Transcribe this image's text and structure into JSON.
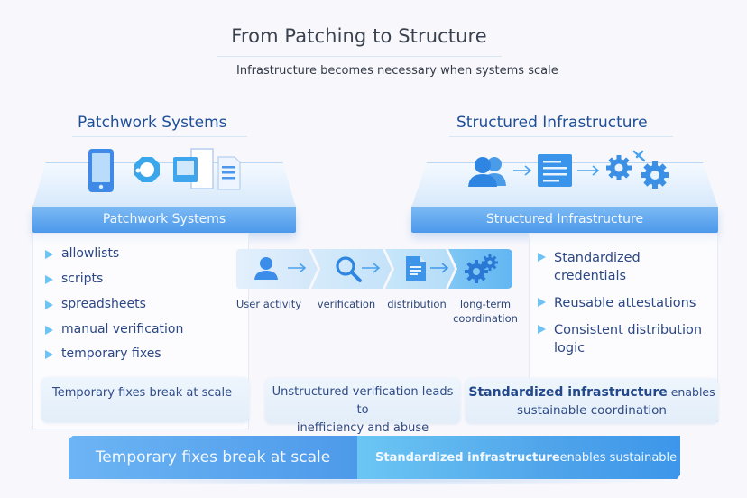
{
  "header": {
    "title": "From Patching to Structure",
    "subtitle": "Infrastructure becomes necessary when systems scale"
  },
  "left": {
    "heading": "Patchwork Systems",
    "platform_label": "Patchwork Systems",
    "platform_icons": [
      "mobile-phone-icon",
      "ring-connector-icon",
      "windows-icon",
      "document-icon"
    ],
    "bullets": [
      "allowlists",
      "scripts",
      "spreadsheets",
      "manual verification",
      "temporary fixes"
    ],
    "callout": "Temporary fixes break at scale"
  },
  "right": {
    "heading": "Structured Infrastructure",
    "platform_label": "Structured Infrastructure",
    "platform_icons": [
      "users-icon",
      "arrow-right-icon",
      "document-icon",
      "arrow-right-icon",
      "gears-icon"
    ],
    "bullets": [
      "Standardized credentials",
      "Reusable attestations",
      "Consistent distribution logic"
    ],
    "callout": {
      "bold": "Standardized infrastructure",
      "rest_line1": " enables",
      "line2": "sustainable coordination"
    }
  },
  "flow": {
    "steps": [
      {
        "icon": "user-icon",
        "label": "User activity"
      },
      {
        "icon": "search-icon",
        "label": "verification"
      },
      {
        "icon": "document-icon",
        "label": "distribution"
      },
      {
        "icon": "gears-icon",
        "label": "long-term coordination",
        "label_line1": "long-term",
        "label_line2": "coordination"
      }
    ],
    "callout_line1": "Unstructured verification leads to",
    "callout_line2": "inefficiency and abuse"
  },
  "banner": {
    "left": "Temporary fixes break at scale",
    "right_bold": "Standardized infrastructure",
    "right_rest": " enables sustainable"
  },
  "colors": {
    "accent_blue": "#4c98ea",
    "heading_blue": "#1f4f98",
    "bullet_cyan": "#6ec3f2"
  }
}
